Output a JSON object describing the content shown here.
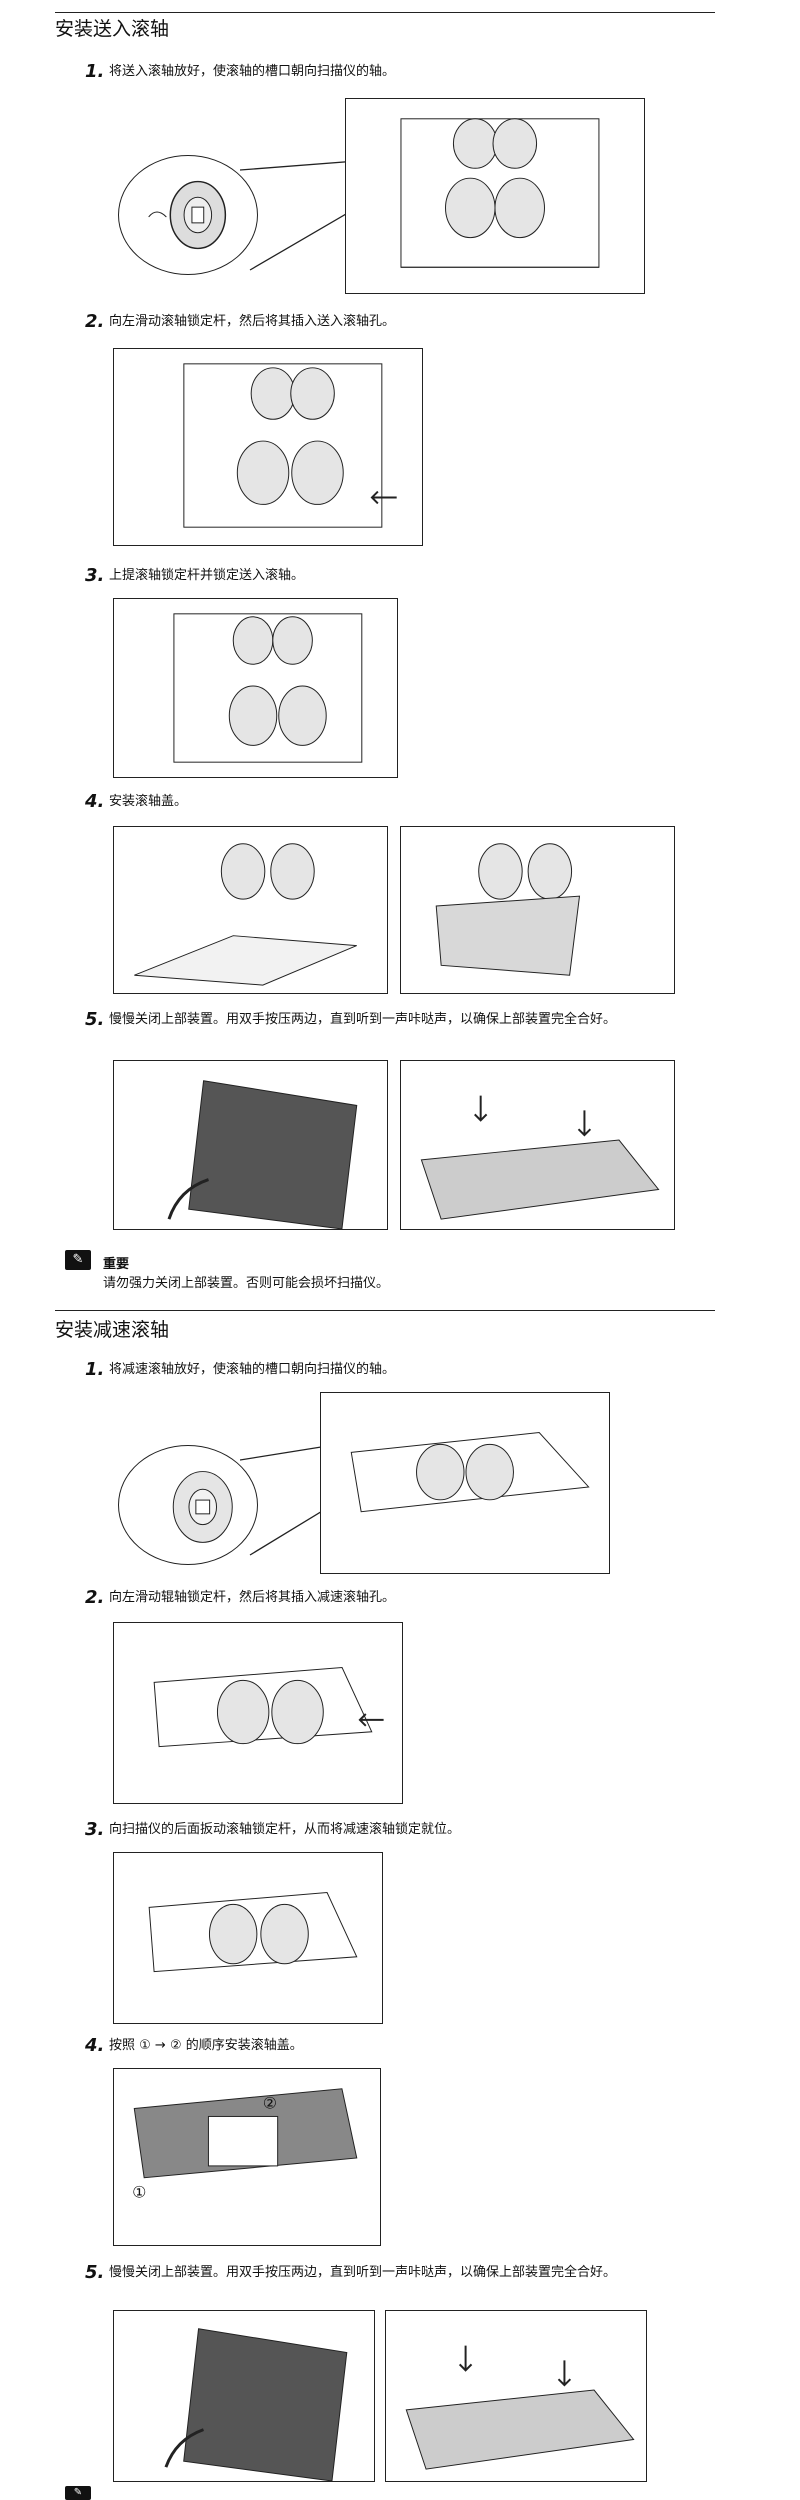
{
  "section1": {
    "title": "安装送入滚轴",
    "steps": [
      {
        "num": "1.",
        "text": "将送入滚轴放好，使滚轴的槽口朝向扫描仪的轴。"
      },
      {
        "num": "2.",
        "text": "向左滑动滚轴锁定杆，然后将其插入送入滚轴孔。"
      },
      {
        "num": "3.",
        "text": "上提滚轴锁定杆并锁定送入滚轴。"
      },
      {
        "num": "4.",
        "text": "安装滚轴盖。"
      },
      {
        "num": "5.",
        "text": "慢慢关闭上部装置。用双手按压两边，直到听到一声咔哒声，以确保上部装置完全合好。"
      }
    ]
  },
  "note": {
    "icon": "important-icon",
    "title": "重要",
    "text": "请勿强力关闭上部装置。否则可能会损坏扫描仪。"
  },
  "section2": {
    "title": "安装减速滚轴",
    "steps": [
      {
        "num": "1.",
        "text": "将减速滚轴放好，使滚轴的槽口朝向扫描仪的轴。"
      },
      {
        "num": "2.",
        "text": "向左滑动辊轴锁定杆，然后将其插入减速滚轴孔。"
      },
      {
        "num": "3.",
        "text": "向扫描仪的后面扳动滚轴锁定杆，从而将减速滚轴锁定就位。"
      },
      {
        "num": "4.",
        "text": "按照 ① → ② 的顺序安装滚轴盖。"
      },
      {
        "num": "5.",
        "text": "慢慢关闭上部装置。用双手按压两边，直到听到一声咔哒声，以确保上部装置完全合好。"
      }
    ],
    "figure_labels": {
      "one": "①",
      "two": "②"
    }
  }
}
